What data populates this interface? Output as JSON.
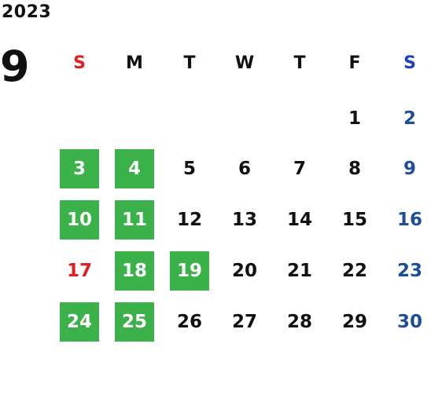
{
  "calendar": {
    "year": "2023",
    "month": "9",
    "weekdays": [
      "S",
      "M",
      "T",
      "W",
      "T",
      "F",
      "S"
    ],
    "weekday_colors": [
      "#e02020",
      "#111111",
      "#111111",
      "#111111",
      "#111111",
      "#111111",
      "#1f3fbf"
    ],
    "weeks": [
      [
        "",
        "",
        "",
        "",
        "",
        "1",
        "2"
      ],
      [
        "3",
        "4",
        "5",
        "6",
        "7",
        "8",
        "9"
      ],
      [
        "10",
        "11",
        "12",
        "13",
        "14",
        "15",
        "16"
      ],
      [
        "17",
        "18",
        "19",
        "20",
        "21",
        "22",
        "23"
      ],
      [
        "24",
        "25",
        "26",
        "27",
        "28",
        "29",
        "30"
      ]
    ],
    "highlighted_days": [
      "3",
      "4",
      "10",
      "11",
      "18",
      "19",
      "24",
      "25"
    ],
    "highlight_color": "#3bb14a"
  }
}
